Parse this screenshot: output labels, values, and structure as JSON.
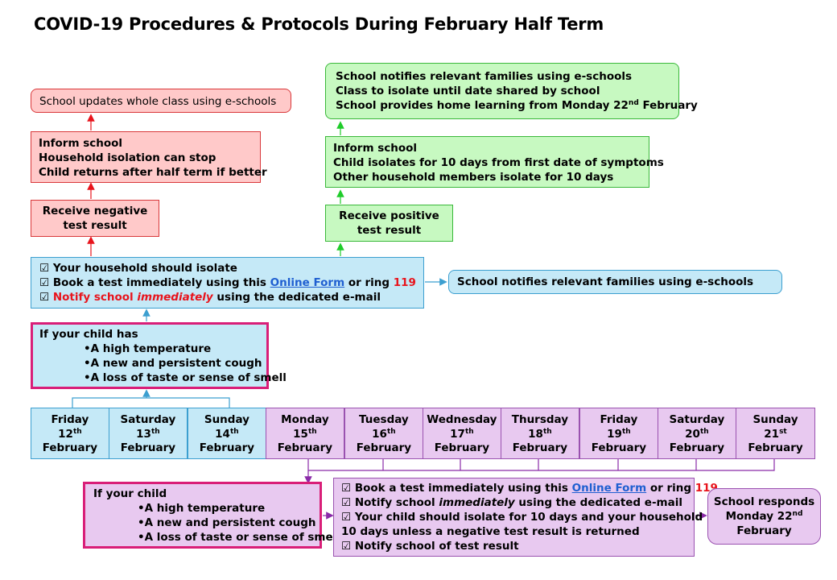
{
  "title": "COVID-19 Procedures & Protocols During February Half Term",
  "negative_path": {
    "update_class": "School updates whole class using e-schools",
    "inform": [
      "Inform school",
      "Household isolation  can stop",
      "Child returns after half term if better"
    ],
    "receive": [
      "Receive negative",
      "test result"
    ]
  },
  "positive_path": {
    "notify": [
      "School notifies relevant families using e-schools",
      "Class to isolate until date shared by school",
      "School provides home learning from Monday 22",
      "nd",
      " February"
    ],
    "inform": [
      "Inform school",
      "Child isolates  for 10 days from first date of symptoms",
      "Other household members isolate  for 10 days"
    ],
    "receive": [
      "Receive positive",
      "test result"
    ]
  },
  "household": {
    "line1": "Your household should isolate",
    "line2_pre": "Book a test immediately using this ",
    "line2_link": "Online Form",
    "line2_mid": " or ring ",
    "line2_num": "119",
    "line3_red": "Notify school ",
    "line3_em": "immediately",
    "line3_post": " using the dedicated e-mail",
    "check": "☑"
  },
  "side_notify": "School notifies relevant families using e-schools",
  "symptoms_weekend": {
    "heading": "If your child has",
    "items": [
      "A high temperature",
      "A new and persistent cough",
      "A loss  of taste or  sense of smell"
    ]
  },
  "days": [
    {
      "name": "Friday",
      "num": "12",
      "sfx": "th",
      "month": "February"
    },
    {
      "name": "Saturday",
      "num": "13",
      "sfx": "th",
      "month": "February"
    },
    {
      "name": "Sunday",
      "num": "14",
      "sfx": "th",
      "month": "February"
    },
    {
      "name": "Monday",
      "num": "15",
      "sfx": "th",
      "month": "February"
    },
    {
      "name": "Tuesday",
      "num": "16",
      "sfx": "th",
      "month": "February"
    },
    {
      "name": "Wednesday",
      "num": "17",
      "sfx": "th",
      "month": "February"
    },
    {
      "name": "Thursday",
      "num": "18",
      "sfx": "th",
      "month": "February"
    },
    {
      "name": "Friday",
      "num": "19",
      "sfx": "th",
      "month": "February"
    },
    {
      "name": "Saturday",
      "num": "20",
      "sfx": "th",
      "month": "February"
    },
    {
      "name": "Sunday",
      "num": "21",
      "sfx": "st",
      "month": "February"
    }
  ],
  "symptoms_week": {
    "heading": "If your child",
    "items": [
      "A high temperature",
      "A new and persistent cough",
      "A loss  of taste or  sense of smell"
    ]
  },
  "week_actions": {
    "line1_pre": "Book a test immediately using this ",
    "line1_link": "Online Form",
    "line1_mid": " or ring ",
    "line1_num": "119",
    "line2_pre": "Notify school ",
    "line2_em": "immediately",
    "line2_post": " using the dedicated e-mail",
    "line3": "Your child should isolate  for 10 days and your household",
    "line4": "10 days unless a negative test result is returned",
    "line5": "Notify school of test result"
  },
  "school_responds": [
    "School responds",
    "Monday 22",
    "nd",
    "February"
  ],
  "colors": {
    "red_fill": "#ffc9c9",
    "red_line": "#d9383a",
    "green_fill": "#c7f9c1",
    "green_line": "#3ab83a",
    "blue_fill": "#c5e9f7",
    "blue_line": "#3c9fd0",
    "purple_fill": "#e8c9f0",
    "purple_line": "#9a52b0",
    "pink_frame": "#d91e78"
  }
}
